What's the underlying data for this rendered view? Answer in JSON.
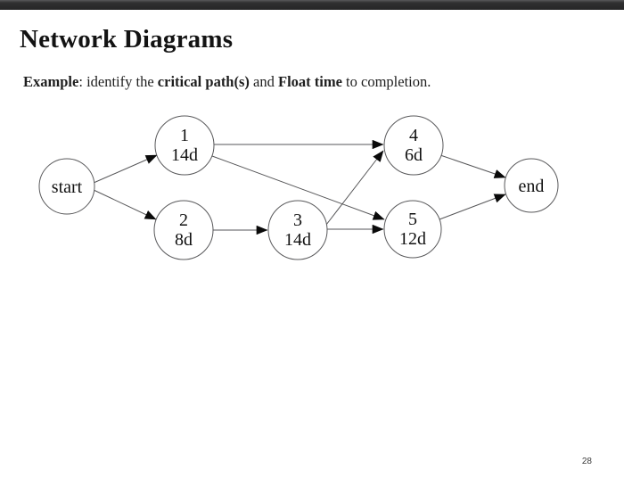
{
  "slide": {
    "title": "Network Diagrams",
    "page_number": "28"
  },
  "instruction": {
    "lead_bold": "Example",
    "separator": ": ",
    "text1": "identify the ",
    "bold1": "critical path(s)",
    "text2": " and ",
    "bold2": "Float time",
    "text3": " to completion."
  },
  "diagram": {
    "type": "activity-on-node network diagram",
    "nodes": [
      {
        "id": "start",
        "label": "start",
        "duration": ""
      },
      {
        "id": "1",
        "label": "1",
        "duration": "14d"
      },
      {
        "id": "2",
        "label": "2",
        "duration": "8d"
      },
      {
        "id": "3",
        "label": "3",
        "duration": "14d"
      },
      {
        "id": "4",
        "label": "4",
        "duration": "6d"
      },
      {
        "id": "5",
        "label": "5",
        "duration": "12d"
      },
      {
        "id": "end",
        "label": "end",
        "duration": ""
      }
    ],
    "edges": [
      {
        "from": "start",
        "to": "1"
      },
      {
        "from": "start",
        "to": "2"
      },
      {
        "from": "1",
        "to": "4"
      },
      {
        "from": "1",
        "to": "5"
      },
      {
        "from": "2",
        "to": "3"
      },
      {
        "from": "3",
        "to": "4"
      },
      {
        "from": "3",
        "to": "5"
      },
      {
        "from": "4",
        "to": "end"
      },
      {
        "from": "5",
        "to": "end"
      }
    ]
  }
}
